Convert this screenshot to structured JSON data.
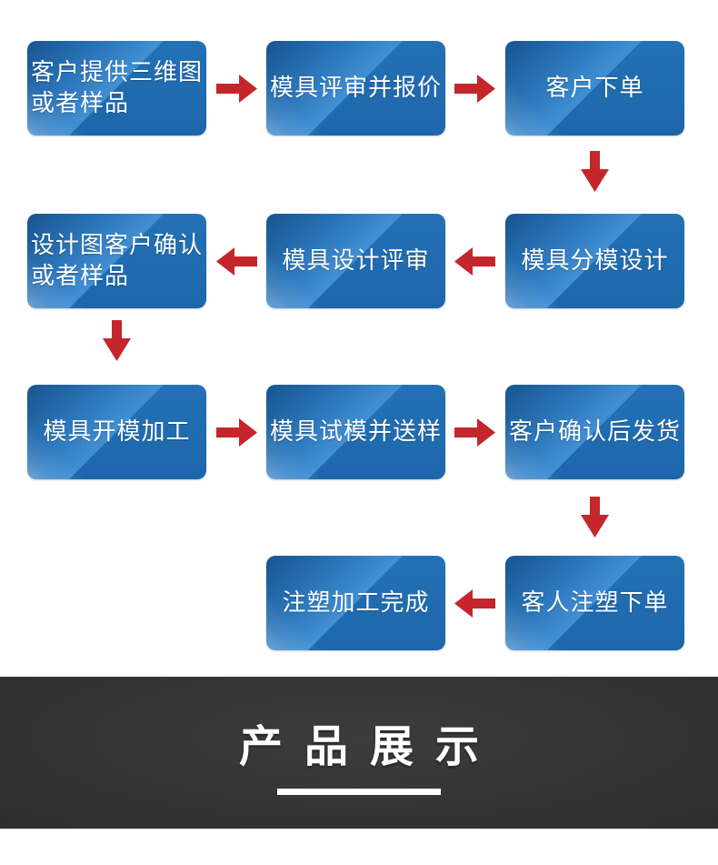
{
  "flow": {
    "boxes": [
      {
        "label": "客户提供三维图\n或者样品"
      },
      {
        "label": "模具评审并报价"
      },
      {
        "label": "客户下单"
      },
      {
        "label": "设计图客户确认\n或者样品"
      },
      {
        "label": "模具设计评审"
      },
      {
        "label": "模具分模设计"
      },
      {
        "label": "模具开模加工"
      },
      {
        "label": "模具试模并送样"
      },
      {
        "label": "客户确认后发货"
      },
      {
        "label": "注塑加工完成"
      },
      {
        "label": "客人注塑下单"
      }
    ],
    "arrows": [
      {
        "direction": "right",
        "from": "客户提供三维图或者样品",
        "to": "模具评审并报价"
      },
      {
        "direction": "right",
        "from": "模具评审并报价",
        "to": "客户下单"
      },
      {
        "direction": "down",
        "from": "客户下单",
        "to": "模具分模设计"
      },
      {
        "direction": "left",
        "from": "模具分模设计",
        "to": "模具设计评审"
      },
      {
        "direction": "left",
        "from": "模具设计评审",
        "to": "设计图客户确认或者样品"
      },
      {
        "direction": "down",
        "from": "设计图客户确认或者样品",
        "to": "模具开模加工"
      },
      {
        "direction": "right",
        "from": "模具开模加工",
        "to": "模具试模并送样"
      },
      {
        "direction": "right",
        "from": "模具试模并送样",
        "to": "客户确认后发货"
      },
      {
        "direction": "down",
        "from": "客户确认后发货",
        "to": "客人注塑下单"
      },
      {
        "direction": "left",
        "from": "客人注塑下单",
        "to": "注塑加工完成"
      }
    ],
    "colors": {
      "box_blue": "#2471b6",
      "box_blue_light": "#418fd4",
      "box_blue_dark": "#17548f",
      "arrow_red": "#c4262c"
    }
  },
  "banner": {
    "title": "产品展示",
    "background": "#343434",
    "text_color": "#ffffff"
  }
}
